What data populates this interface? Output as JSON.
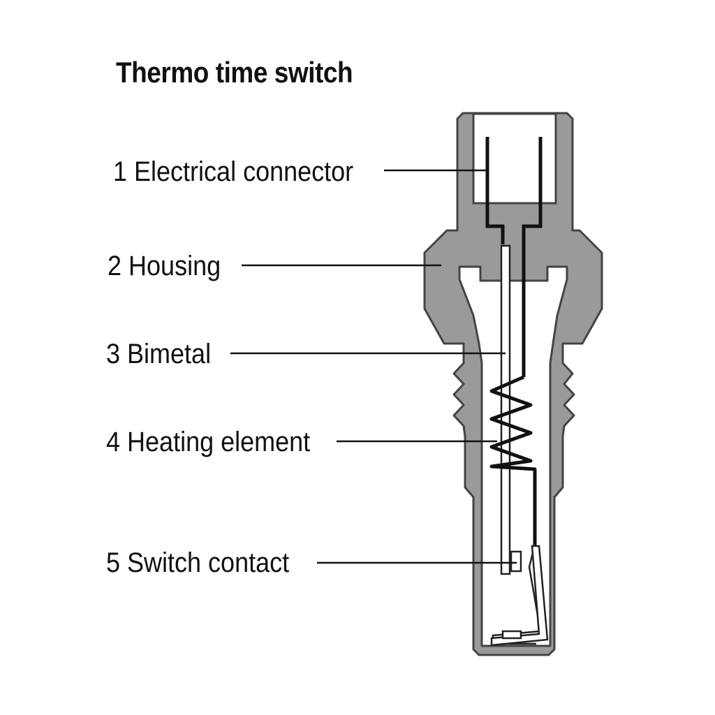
{
  "title": "Thermo time switch",
  "labels": {
    "connector": "1 Electrical connector",
    "housing": "2 Housing",
    "bimetal": "3 Bimetal",
    "heating": "4 Heating element",
    "contact": "5 Switch contact"
  },
  "colors": {
    "housing_fill": "#9a9a9a",
    "outline": "#444444",
    "wire": "#111111",
    "background": "#ffffff"
  }
}
